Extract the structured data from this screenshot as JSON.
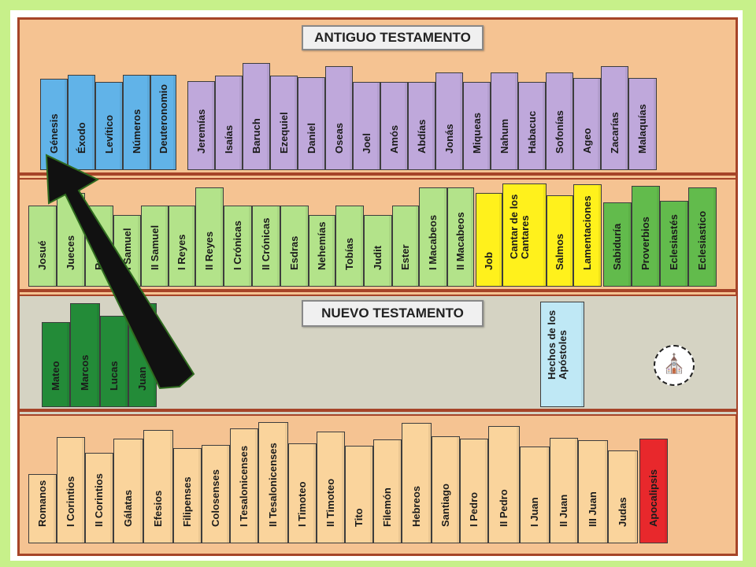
{
  "titles": {
    "ot": "ANTIGUO TESTAMENTO",
    "nt": "NUEVO TESTAMENTO"
  },
  "colors": {
    "background": "#c7f08a",
    "board": "#f5c392",
    "shelf": "#a64428",
    "pentateuco": "#61b3e8",
    "profetas": "#bfa8db",
    "historicos": "#b3e38a",
    "poeticos": "#fff11c",
    "sapienciales": "#62bb4c",
    "evangelios": "#238b38",
    "hechos": "#bfe8f5",
    "cartas": "#fad49c",
    "apocalipsis": "#e8282c"
  },
  "books": {
    "pentateuco": [
      "Génesis",
      "Éxodo",
      "Levítico",
      "Números",
      "Deuteronomio"
    ],
    "profetas": [
      "Jeremías",
      "Isaías",
      "Baruch",
      "Ezequiel",
      "Daniel",
      "Oseas",
      "Joel",
      "Amós",
      "Abdías",
      "Jonás",
      "Miqueas",
      "Nahum",
      "Habacuc",
      "Sofonías",
      "Ageo",
      "Zacarías",
      "Malaquías"
    ],
    "historicos": [
      "Josué",
      "Jueces",
      "Rut",
      "I Samuel",
      "II Samuel",
      "I Reyes",
      "II Reyes",
      "I Crónicas",
      "II Crónicas",
      "Esdras",
      "Nehemías",
      "Tobías",
      "Judit",
      "Ester",
      "I Macabeos",
      "II Macabeos"
    ],
    "poeticos": [
      "Job",
      "Cantar de los Cantares",
      "Salmos",
      "Lamentaciones"
    ],
    "sapienciales": [
      "Sabiduría",
      "Proverbios",
      "Eclesiastés",
      "Eclesiastico"
    ],
    "evangelios": [
      "Mateo",
      "Marcos",
      "Lucas",
      "Juan"
    ],
    "hechos": "Hechos de los Apóstoles",
    "cartas": [
      "Romanos",
      "I Corintios",
      "II Corintios",
      "Gálatas",
      "Efesios",
      "Filipenses",
      "Colosenses",
      "I Tesalonicenses",
      "II Tesalonicenses",
      "I Timoteo",
      "II Timoteo",
      "Tito",
      "Filemón",
      "Hebreos",
      "Santiago",
      "I Pedro",
      "II Pedro",
      "I Juan",
      "II Juan",
      "III Juan",
      "Judas"
    ],
    "apocalipsis": "Apocalipsis"
  },
  "icons": {
    "arrow": "arrow-icon",
    "stamp": "stamp-icon"
  }
}
